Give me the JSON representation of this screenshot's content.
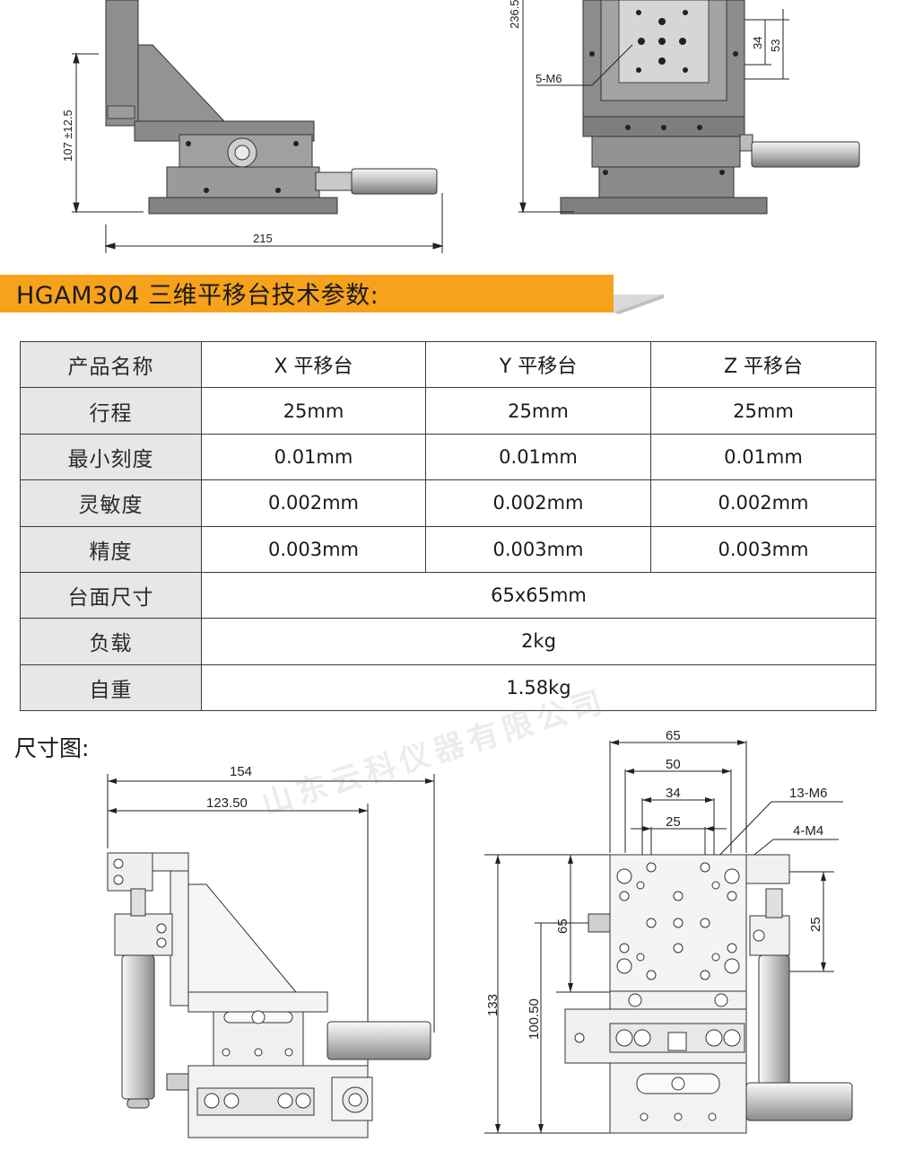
{
  "top_drawing": {
    "dim_height": "107 ±12.5",
    "dim_width": "215",
    "dim_tall": "236.5",
    "dim_34": "34",
    "dim_53": "53",
    "hole_label": "5-M6"
  },
  "banner": {
    "title": "HGAM304 三维平移台技术参数:",
    "color": "#f7a21b"
  },
  "spec_table": {
    "header": [
      "产品名称",
      "X 平移台",
      "Y 平移台",
      "Z 平移台"
    ],
    "rows": [
      {
        "label": "行程",
        "values": [
          "25mm",
          "25mm",
          "25mm"
        ]
      },
      {
        "label": "最小刻度",
        "values": [
          "0.01mm",
          "0.01mm",
          "0.01mm"
        ]
      },
      {
        "label": "灵敏度",
        "values": [
          "0.002mm",
          "0.002mm",
          "0.002mm"
        ]
      },
      {
        "label": "精度",
        "values": [
          "0.003mm",
          "0.003mm",
          "0.003mm"
        ]
      },
      {
        "label": "台面尺寸",
        "value": "65x65mm"
      },
      {
        "label": "负载",
        "value": "2kg"
      },
      {
        "label": "自重",
        "value": "1.58kg"
      }
    ]
  },
  "dimension_section": {
    "title": "尺寸图:",
    "watermark": "山东云科仪器有限公司",
    "left_view": {
      "dim_total": "154",
      "dim_inner": "123.50"
    },
    "right_view": {
      "dim_65_top": "65",
      "dim_50": "50",
      "dim_34": "34",
      "dim_25_top": "25",
      "label_13m6": "13-M6",
      "label_4m4": "4-M4",
      "dim_25_side": "25",
      "dim_65_side": "65",
      "dim_133": "133",
      "dim_100": "100.50"
    }
  }
}
